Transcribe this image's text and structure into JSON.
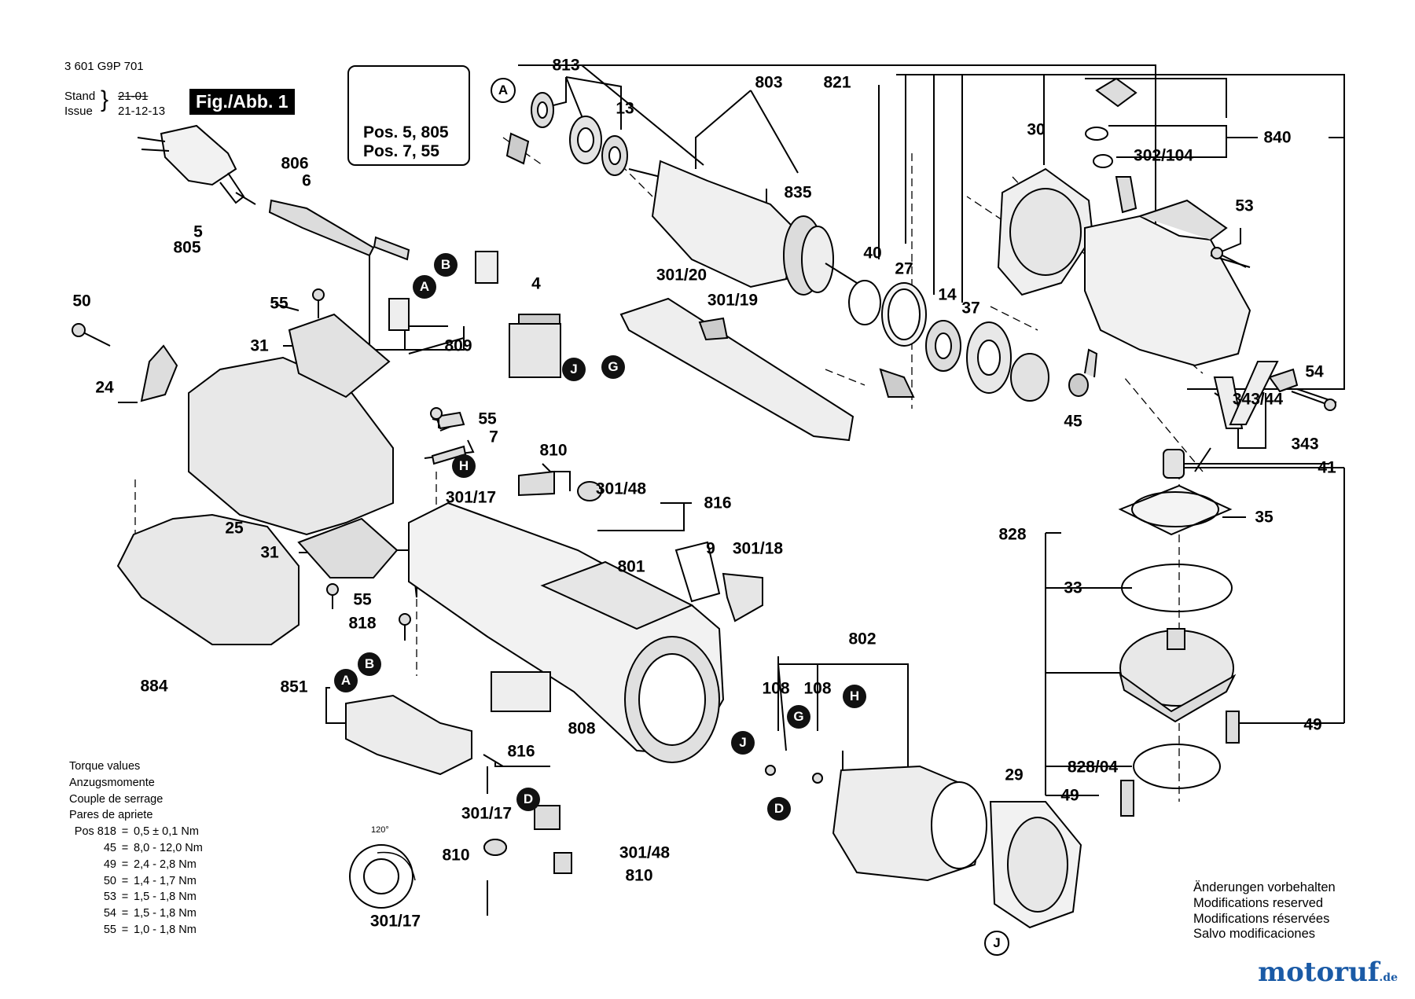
{
  "header": {
    "doc_number": "3 601 G9P 701",
    "stand_label": "Stand",
    "issue_label": "Issue",
    "stand_struck": "21-01",
    "issue_value": "21-12-13",
    "fig_label": "Fig./Abb. 1"
  },
  "warning_box": {
    "line1": "Pos. 5, 805",
    "line2": "Pos. 7, 55"
  },
  "part_labels": [
    "813",
    "803",
    "821",
    "30",
    "840",
    "302/104",
    "53",
    "13",
    "806",
    "6",
    "5",
    "805",
    "835",
    "40",
    "27",
    "14",
    "37",
    "50",
    "55",
    "31",
    "24",
    "4",
    "301/20",
    "301/19",
    "809",
    "54",
    "343/44",
    "45",
    "343",
    "41",
    "55",
    "7",
    "810",
    "301/17",
    "816",
    "301/48",
    "9",
    "301/18",
    "801",
    "25",
    "31",
    "55",
    "818",
    "851",
    "884",
    "828",
    "35",
    "33",
    "802",
    "108",
    "108",
    "808",
    "816",
    "301/17",
    "301/48",
    "810",
    "810",
    "301/17",
    "29",
    "828/04",
    "49",
    "49"
  ],
  "callouts": [
    "A",
    "B",
    "A",
    "H",
    "J",
    "G",
    "A",
    "B",
    "G",
    "J",
    "H",
    "D",
    "D",
    "J",
    "A"
  ],
  "torque": {
    "titles": [
      "Torque values",
      "Anzugsmomente",
      "Couple de serrage",
      "Pares de apriete"
    ],
    "rows": [
      {
        "pos": "Pos 818",
        "value": "0,5 ± 0,1 Nm"
      },
      {
        "pos": "45",
        "value": "8,0 - 12,0 Nm"
      },
      {
        "pos": "49",
        "value": "2,4 - 2,8 Nm"
      },
      {
        "pos": "50",
        "value": "1,4 - 1,7 Nm"
      },
      {
        "pos": "53",
        "value": "1,5 - 1,8 Nm"
      },
      {
        "pos": "54",
        "value": "1,5 - 1,8 Nm"
      },
      {
        "pos": "55",
        "value": "1,0 - 1,8 Nm"
      }
    ]
  },
  "spring_angle": "120°",
  "modifications": [
    "Änderungen vorbehalten",
    "Modifications reserved",
    "Modifications réservées",
    "Salvo modificaciones"
  ],
  "brand": {
    "name": "motoruf",
    "tld": ".de",
    "color": "#1a5aa6",
    "accent": "#e08a14"
  }
}
